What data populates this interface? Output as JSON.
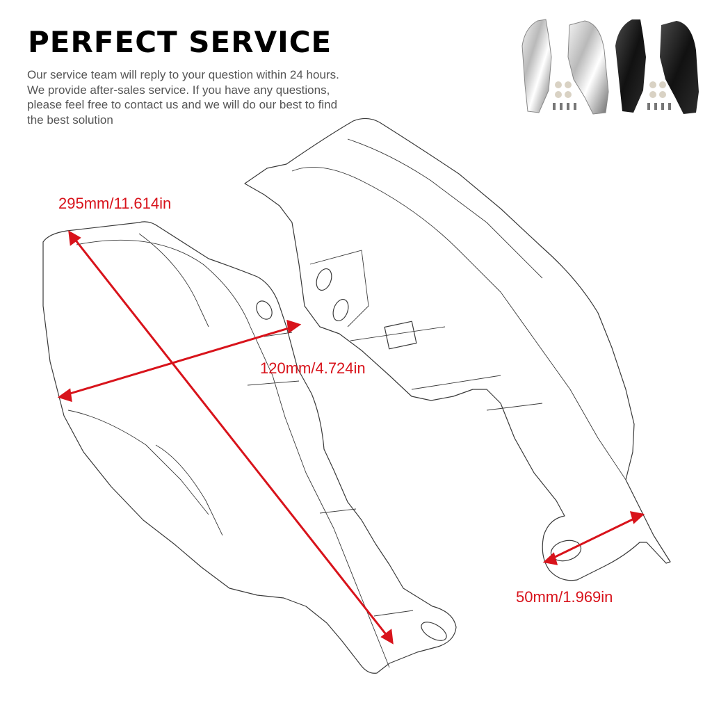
{
  "header": {
    "title": "PERFECT SERVICE",
    "description": "Our service team will  reply to your question  within 24 hours. We provide after-sales service. If you  have any questions, please feel free to  contact us  and we  will do our best to find the best solution"
  },
  "product_variants": [
    "chrome",
    "black"
  ],
  "dimensions": {
    "length": "295mm/11.614in",
    "width": "120mm/4.724in",
    "mount": "50mm/1.969in"
  },
  "colors": {
    "dimension_line": "#d8131b",
    "title": "#000000",
    "description": "#555555"
  }
}
